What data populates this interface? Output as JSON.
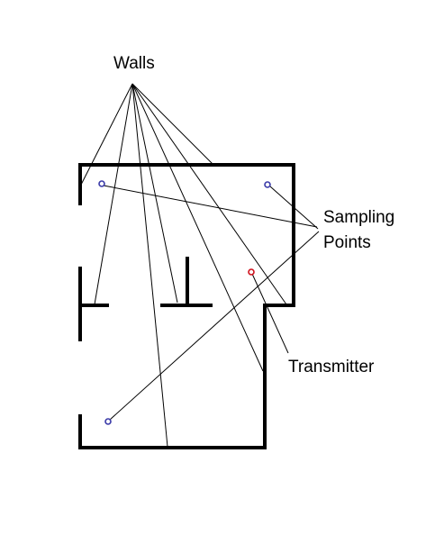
{
  "labels": {
    "walls": "Walls",
    "sampling_line1": "Sampling",
    "sampling_line2": "Points",
    "transmitter": "Transmitter"
  },
  "colors": {
    "wall": "#000000",
    "sampling_point": "#3a3aa8",
    "transmitter": "#d0101c",
    "leader": "#000000"
  }
}
